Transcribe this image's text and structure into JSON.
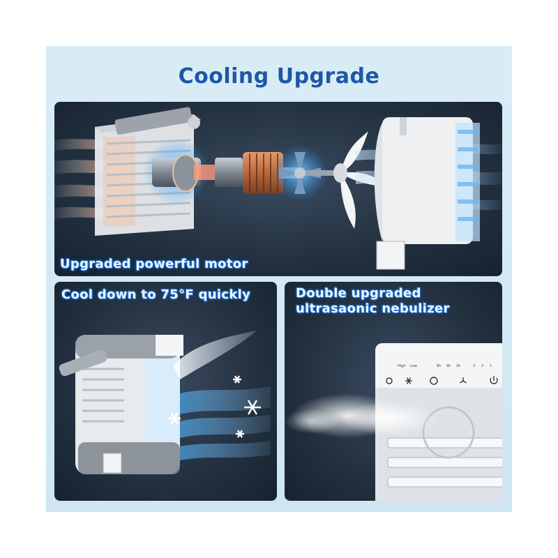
{
  "title": "Cooling Upgrade",
  "panels": {
    "motor": {
      "caption": "Upgraded powerful motor"
    },
    "cool": {
      "caption": "Cool down to 75°F quickly"
    },
    "nebulizer": {
      "caption": "Double upgraded ultrasaonic nebulizer"
    }
  },
  "control_panel": {
    "labels": [
      "High",
      "Low",
      "8h",
      "4h",
      "2h",
      "3",
      "2",
      "1"
    ],
    "icons": [
      "light-icon",
      "snowflake-icon",
      "timer-icon",
      "fan-icon",
      "power-icon"
    ]
  },
  "colors": {
    "title": "#1f57a6",
    "caption_glow": "#1e6fd0",
    "background": "#d4e9f4",
    "panel": "#22303f"
  }
}
